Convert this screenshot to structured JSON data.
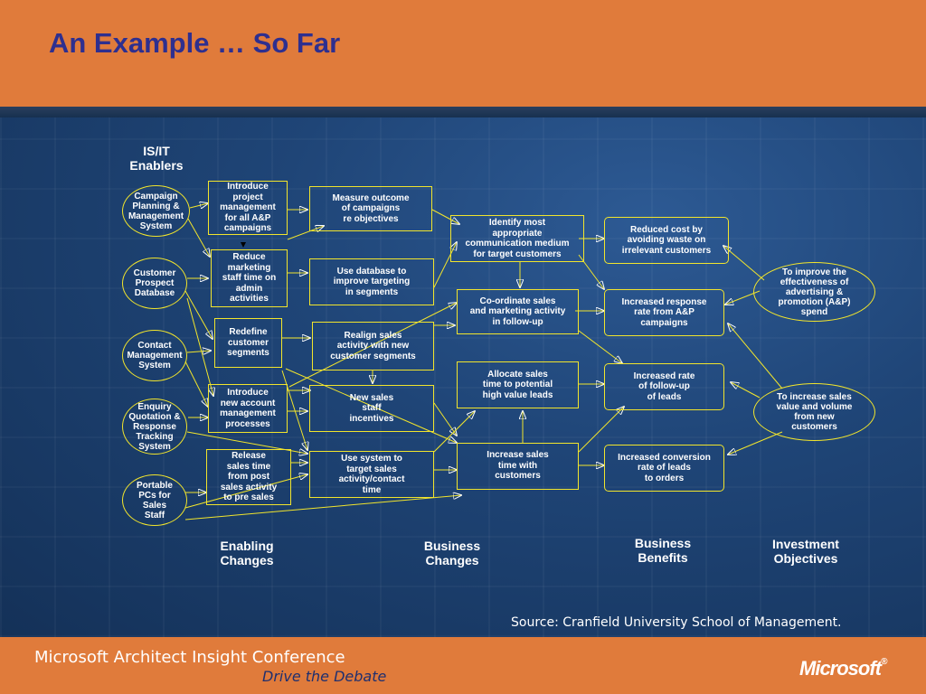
{
  "slide": {
    "title": "An Example … So Far",
    "source": "Source:  Cranfield University School of Management."
  },
  "footer": {
    "conference": "Microsoft Architect Insight Conference",
    "tagline": "Drive the Debate",
    "logo": "Microsoft"
  },
  "headings": {
    "is_it_enablers": "IS/IT\nEnablers",
    "enabling_changes": "Enabling\nChanges",
    "business_changes": "Business\nChanges",
    "business_benefits": "Business\nBenefits",
    "investment_objectives": "Investment\nObjectives"
  },
  "enablers": [
    "Campaign\nPlanning &\nManagement\nSystem",
    "Customer\nProspect\nDatabase",
    "Contact\nManagement\nSystem",
    "Enquiry\nQuotation &\nResponse\nTracking\nSystem",
    "Portable\nPCs for\nSales\nStaff"
  ],
  "enabling_changes": [
    "Introduce\nproject\nmanagement\nfor all A&P\ncampaigns",
    "Reduce\nmarketing\nstaff time on\nadmin\nactivities",
    "Redefine\ncustomer\nsegments",
    "Introduce\nnew account\nmanagement\nprocesses",
    "Release\nsales time\nfrom post\nsales activity\nto pre sales"
  ],
  "business_changes_a": [
    "Measure outcome\nof campaigns\nre objectives",
    "Use database to\nimprove targeting\nin segments",
    "Realign sales\nactivity with new\ncustomer segments",
    "New sales\nstaff\nincentives",
    "Use system to\ntarget sales\nactivity/contact\ntime"
  ],
  "business_changes_b": [
    "Identify most\nappropriate\ncommunication medium\nfor target customers",
    "Co-ordinate sales\nand marketing activity\nin follow-up",
    "Allocate sales\ntime to potential\nhigh value leads",
    "Increase sales\ntime with\ncustomers"
  ],
  "benefits": [
    "Reduced cost by\navoiding waste on\nirrelevant customers",
    "Increased response\nrate from A&P\ncampaigns",
    "Increased rate\nof follow-up\nof leads",
    "Increased conversion\nrate of leads\nto orders"
  ],
  "objectives": [
    "To improve the\neffectiveness of\nadvertising &\npromotion (A&P)\nspend",
    "To increase sales\nvalue and volume\nfrom new\ncustomers"
  ],
  "colors": {
    "header": "#e07b3b",
    "title": "#2e2f8f",
    "box_border": "#f2e52c",
    "background": "#1f4577"
  }
}
